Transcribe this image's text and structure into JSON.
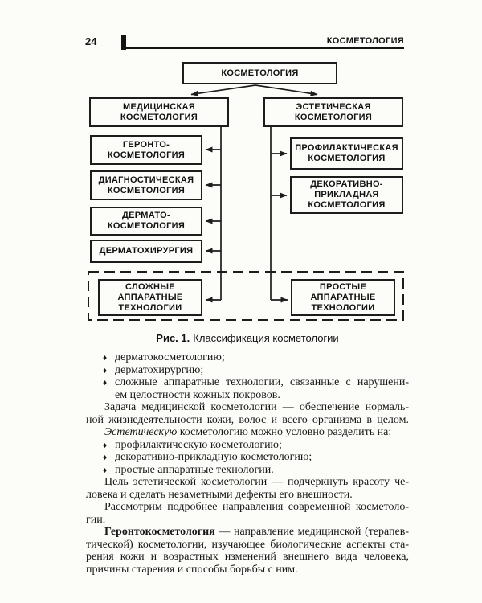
{
  "page": {
    "number": "24",
    "header_title": "КОСМЕТОЛОГИЯ"
  },
  "diagram": {
    "root": "КОСМЕТОЛОГИЯ",
    "medical": "МЕДИЦИНСКАЯ\nКОСМЕТОЛОГИЯ",
    "aesthetic": "ЭСТЕТИЧЕСКАЯ\nКОСМЕТОЛОГИЯ",
    "geronto": "ГЕРОНТО-\nКОСМЕТОЛОГИЯ",
    "diagnostic": "ДИАГНОСТИЧЕСКАЯ\nКОСМЕТОЛОГИЯ",
    "dermato": "ДЕРМАТО-\nКОСМЕТОЛОГИЯ",
    "dermatosurgery": "ДЕРМАТОХИРУРГИЯ",
    "complex_tech": "СЛОЖНЫЕ\nАППАРАТНЫЕ\nТЕХНОЛОГИИ",
    "preventive": "ПРОФИЛАКТИЧЕСКАЯ\nКОСМЕТОЛОГИЯ",
    "decorative": "ДЕКОРАТИВНО-\nПРИКЛАДНАЯ\nКОСМЕТОЛОГИЯ",
    "simple_tech": "ПРОСТЫЕ\nАППАРАТНЫЕ\nТЕХНОЛОГИИ"
  },
  "caption": {
    "label": "Рис. 1.",
    "text": "Классификация косметологии"
  },
  "colors": {
    "ink": "#1c1c1c",
    "paper": "#fcfcf9"
  },
  "body": {
    "bullet_char": "♦",
    "lines": [
      {
        "bullet": true,
        "seg": [
          {
            "t": "дерматокосметологию;"
          }
        ]
      },
      {
        "bullet": true,
        "seg": [
          {
            "t": "дерматохирургию;"
          }
        ]
      },
      {
        "bullet": true,
        "just": true,
        "seg": [
          {
            "t": "сложные аппаратные технологии, связанные с нарушени-"
          }
        ]
      },
      {
        "cont": true,
        "seg": [
          {
            "t": "ем целостности кожных покровов."
          }
        ]
      },
      {
        "indent": true,
        "just": true,
        "seg": [
          {
            "t": "Задача медицинской косметологии — обеспечение нормаль-"
          }
        ]
      },
      {
        "just": true,
        "seg": [
          {
            "t": "ной жизнедеятельности кожи, волос и всего организма в целом."
          }
        ]
      },
      {
        "indent": true,
        "seg": [
          {
            "t": "Эстетическую",
            "st": "i"
          },
          {
            "t": " косметологию можно условно разделить на:"
          }
        ]
      },
      {
        "bullet": true,
        "seg": [
          {
            "t": "профилактическую косметологию;"
          }
        ]
      },
      {
        "bullet": true,
        "seg": [
          {
            "t": "декоративно-прикладную косметологию;"
          }
        ]
      },
      {
        "bullet": true,
        "seg": [
          {
            "t": "простые аппаратные технологии."
          }
        ]
      },
      {
        "indent": true,
        "just": true,
        "seg": [
          {
            "t": "Цель эстетической косметологии — подчеркнуть красоту че-"
          }
        ]
      },
      {
        "seg": [
          {
            "t": "ловека и сделать незаметными дефекты его внешности."
          }
        ]
      },
      {
        "indent": true,
        "just": true,
        "seg": [
          {
            "t": "Рассмотрим подробнее направления современной косметоло-"
          }
        ]
      },
      {
        "seg": [
          {
            "t": "гии."
          }
        ]
      },
      {
        "indent": true,
        "just": true,
        "seg": [
          {
            "t": "Геронтокосметология",
            "st": "b"
          },
          {
            "t": " — направление медицинской (терапев-"
          }
        ]
      },
      {
        "just": true,
        "seg": [
          {
            "t": "тической) косметологии, изучающее биологические аспекты ста-"
          }
        ]
      },
      {
        "just": true,
        "seg": [
          {
            "t": "рения кожи и возрастных изменений внешнего вида человека,"
          }
        ]
      },
      {
        "seg": [
          {
            "t": "причины старения и способы борьбы с ним."
          }
        ]
      }
    ]
  }
}
